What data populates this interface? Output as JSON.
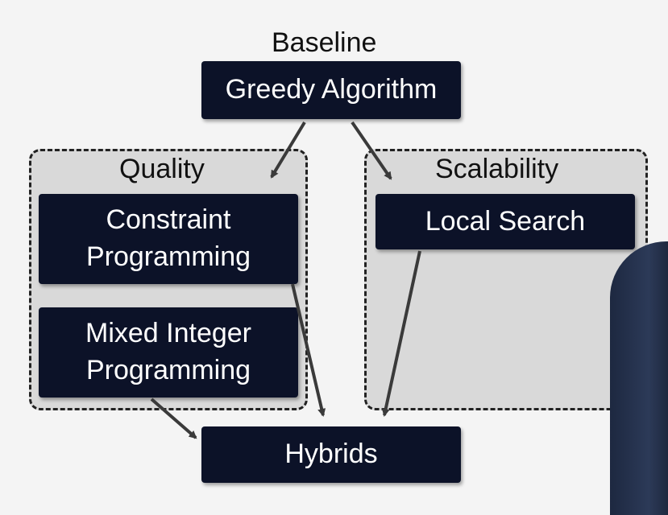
{
  "diagram": {
    "baseline_heading": "Baseline",
    "greedy_label": "Greedy Algorithm",
    "quality_heading": "Quality",
    "constraint_label": "Constraint\nProgramming",
    "mip_label": "Mixed Integer\nProgramming",
    "scalability_heading": "Scalability",
    "local_search_label": "Local Search",
    "hybrids_label": "Hybrids"
  },
  "colors": {
    "node_fill": "#0c1228",
    "node_text": "#ffffff",
    "group_fill": "#d9d9d9",
    "arrow": "#3a3a3a"
  }
}
